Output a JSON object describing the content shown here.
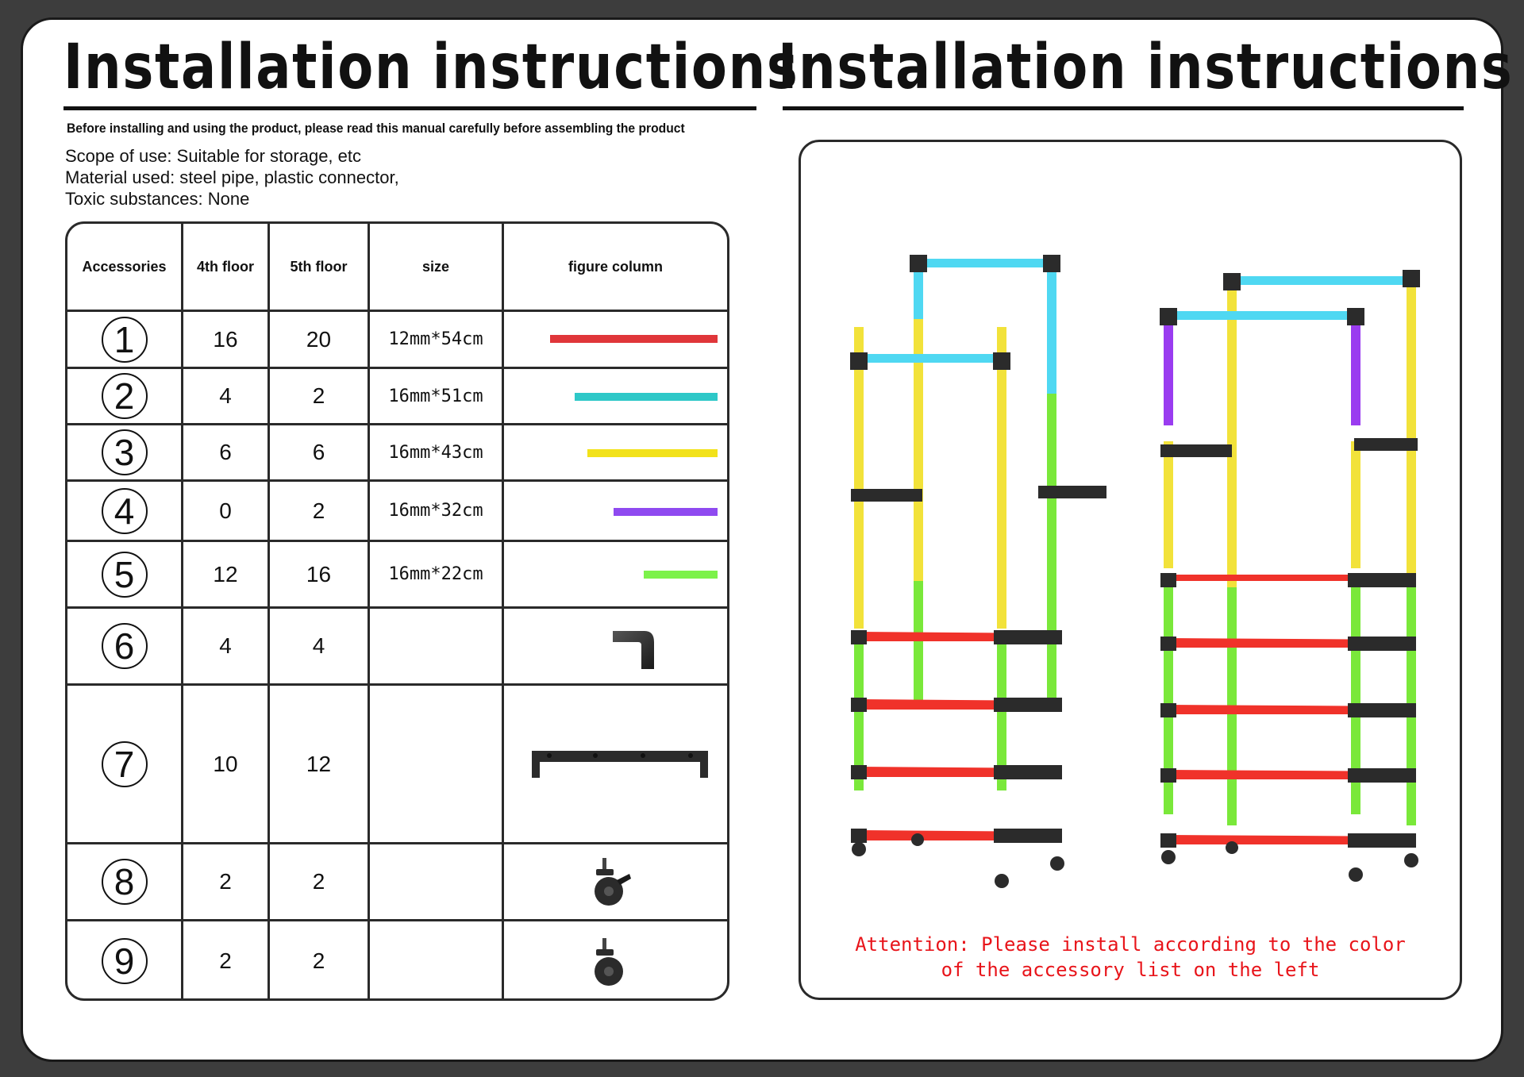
{
  "header": {
    "title_left": "Installation instructions",
    "title_right": "Installation instructions",
    "subtitle": "Before installing and using the product, please read this manual carefully before assembling the product"
  },
  "specs": [
    "Scope of use: Suitable for storage, etc",
    "Material used: steel pipe, plastic connector,",
    "Toxic substances: None"
  ],
  "table": {
    "headers": [
      "Accessories",
      "4th floor",
      "5th floor",
      "size",
      "figure column"
    ],
    "rows": [
      {
        "id": "1",
        "floor4": "16",
        "floor5": "20",
        "size": "12mm*54cm",
        "figure": "red-tube",
        "color": "#e0363a",
        "length": 0.82
      },
      {
        "id": "2",
        "floor4": "4",
        "floor5": "2",
        "size": "16mm*51cm",
        "figure": "cyan-tube",
        "color": "#2ec8c8",
        "length": 0.7
      },
      {
        "id": "3",
        "floor4": "6",
        "floor5": "6",
        "size": "16mm*43cm",
        "figure": "yellow-tube",
        "color": "#f2e21a",
        "length": 0.64
      },
      {
        "id": "4",
        "floor4": "0",
        "floor5": "2",
        "size": "16mm*32cm",
        "figure": "purple-tube",
        "color": "#8f4af0",
        "length": 0.51
      },
      {
        "id": "5",
        "floor4": "12",
        "floor5": "16",
        "size": "16mm*22cm",
        "figure": "green-tube",
        "color": "#7cf24a",
        "length": 0.36
      },
      {
        "id": "6",
        "floor4": "4",
        "floor5": "4",
        "size": "",
        "figure": "elbow-connector-icon"
      },
      {
        "id": "7",
        "floor4": "10",
        "floor5": "12",
        "size": "",
        "figure": "crossbar-connector-icon"
      },
      {
        "id": "8",
        "floor4": "2",
        "floor5": "2",
        "size": "",
        "figure": "caster-wheel-brake-icon"
      },
      {
        "id": "9",
        "floor4": "2",
        "floor5": "2",
        "size": "",
        "figure": "caster-wheel-icon"
      }
    ]
  },
  "attention": {
    "line1": "Attention: Please install according to the color",
    "line2": "of the accessory list on the left"
  },
  "colors": {
    "red": "#f0322a",
    "cyan": "#4fd8f2",
    "yellow": "#f2e23a",
    "purple": "#9a3cf0",
    "green": "#7ae83a",
    "connector": "#2b2b2b"
  },
  "illustration": {
    "left_rack": "4th-floor-rack",
    "right_rack": "5th-floor-rack"
  }
}
